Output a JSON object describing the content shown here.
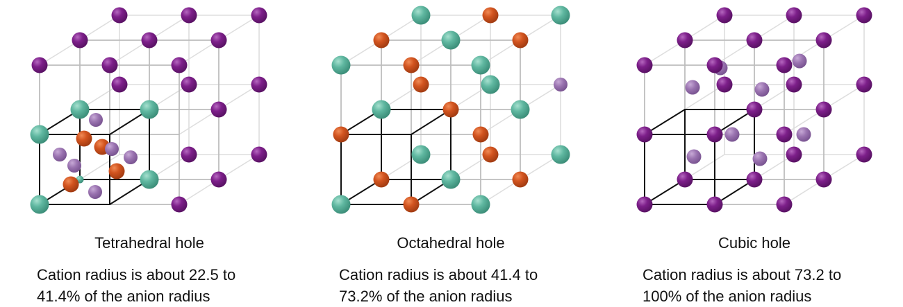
{
  "colors": {
    "anion_purple": "#7a1f86",
    "cation_green": "#5bb39c",
    "cation_orange": "#d2541f",
    "hole_lavender": "#9a73b0",
    "gray_edge": "#b8b8b8",
    "light_edge": "#dcdcdc",
    "black_edge": "#111111"
  },
  "panels": [
    {
      "id": "tetrahedral",
      "title": "Tetrahedral hole",
      "description_line1": "Cation radius is about 22.5 to",
      "description_line2": "41.4% of the anion radius",
      "range_min_percent": 22.5,
      "range_max_percent": 41.4
    },
    {
      "id": "octahedral",
      "title": "Octahedral hole",
      "description_line1": "Cation radius is about 41.4 to",
      "description_line2": "73.2% of the anion radius",
      "range_min_percent": 41.4,
      "range_max_percent": 73.2
    },
    {
      "id": "cubic",
      "title": "Cubic hole",
      "description_line1": "Cation radius is about 73.2 to",
      "description_line2": "100% of the anion radius",
      "range_min_percent": 73.2,
      "range_max_percent": 100
    }
  ]
}
